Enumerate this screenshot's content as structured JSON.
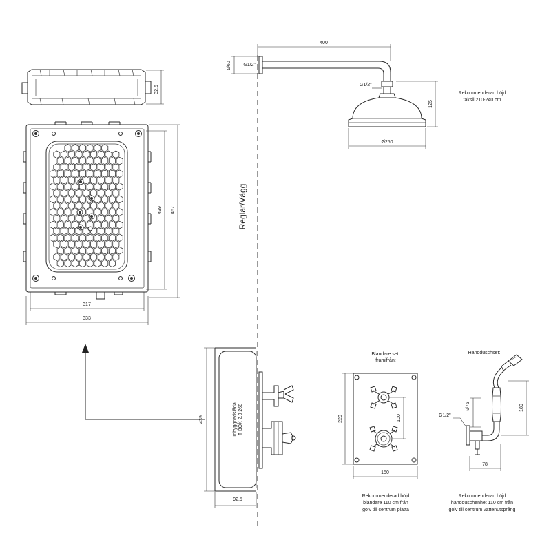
{
  "dimensions": {
    "box_depth": "32,5",
    "inner_height": "439",
    "outer_height": "467",
    "inner_width": "317",
    "outer_width": "333",
    "arm_length": "400",
    "wall_flange_diam": "Ø60",
    "thread_wall": "G1/2\"",
    "thread_head": "G1/2\"",
    "head_height": "125",
    "head_diam": "Ø250",
    "side_height": "439",
    "side_depth": "92,5",
    "mixer_height": "220",
    "mixer_spacing": "100",
    "mixer_width": "150",
    "hand_hose_diam": "Ø75",
    "hand_height": "189",
    "hand_thread": "G1/2\"",
    "hand_depth": "78"
  },
  "labels": {
    "wall": "Reglar/Vägg",
    "recommended_height_ceiling_1": "Rekommenderad höjd",
    "recommended_height_ceiling_2": "taksil 210-240 cm",
    "box_name_1": "Inbyggnadslåda",
    "box_name_2": "T BOX 2.0 268",
    "mixer_title_1": "Blandare sett",
    "mixer_title_2": "framifrån:",
    "hand_title": "Handduschset:",
    "mixer_note_1": "Rekommenderad höjd",
    "mixer_note_2": "blandare 110 cm från",
    "mixer_note_3": "golv till centrum platta",
    "hand_note_1": "Rekommenderad höjd",
    "hand_note_2": "handduschenhet 110 cm från",
    "hand_note_3": "golv till centrum vattenutsprång"
  }
}
